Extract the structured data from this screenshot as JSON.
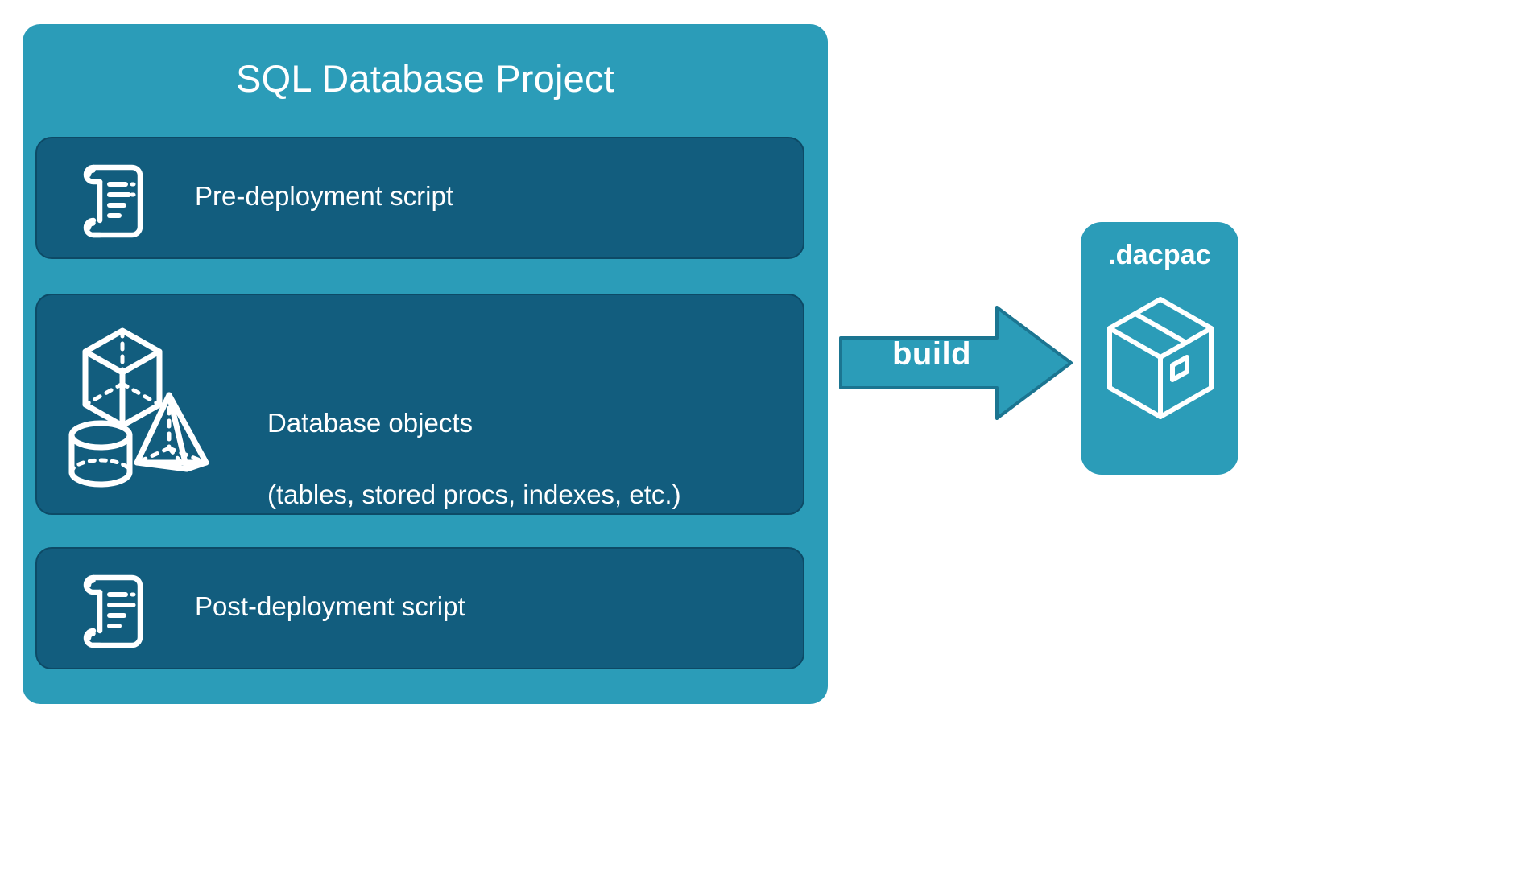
{
  "diagram": {
    "title": "SQL Database Project build to dacpac",
    "background_color": "#ffffff",
    "accent_color": "#2b9cb8",
    "panel_color": "#125d7e",
    "panel_border_color": "#0d4a66",
    "text_color": "#ffffff"
  },
  "project": {
    "title": "SQL Database Project",
    "items": [
      {
        "id": "pre-deployment",
        "label": "Pre-deployment script",
        "icon": "scroll-icon"
      },
      {
        "id": "database-objects",
        "label": "Database objects\n(tables, stored procs, indexes, etc.)",
        "label_line1": "Database objects",
        "label_line2": "(tables, stored procs, indexes, etc.)",
        "icon": "three-d-shapes-icon"
      },
      {
        "id": "post-deployment",
        "label": "Post-deployment script",
        "icon": "scroll-icon"
      }
    ]
  },
  "arrow": {
    "label": "build",
    "direction": "right",
    "fill_color": "#2b9cb8",
    "stroke_color": "#1b7591"
  },
  "output": {
    "title": ".dacpac",
    "icon": "package-box-icon",
    "fill_color": "#2b9cb8"
  }
}
